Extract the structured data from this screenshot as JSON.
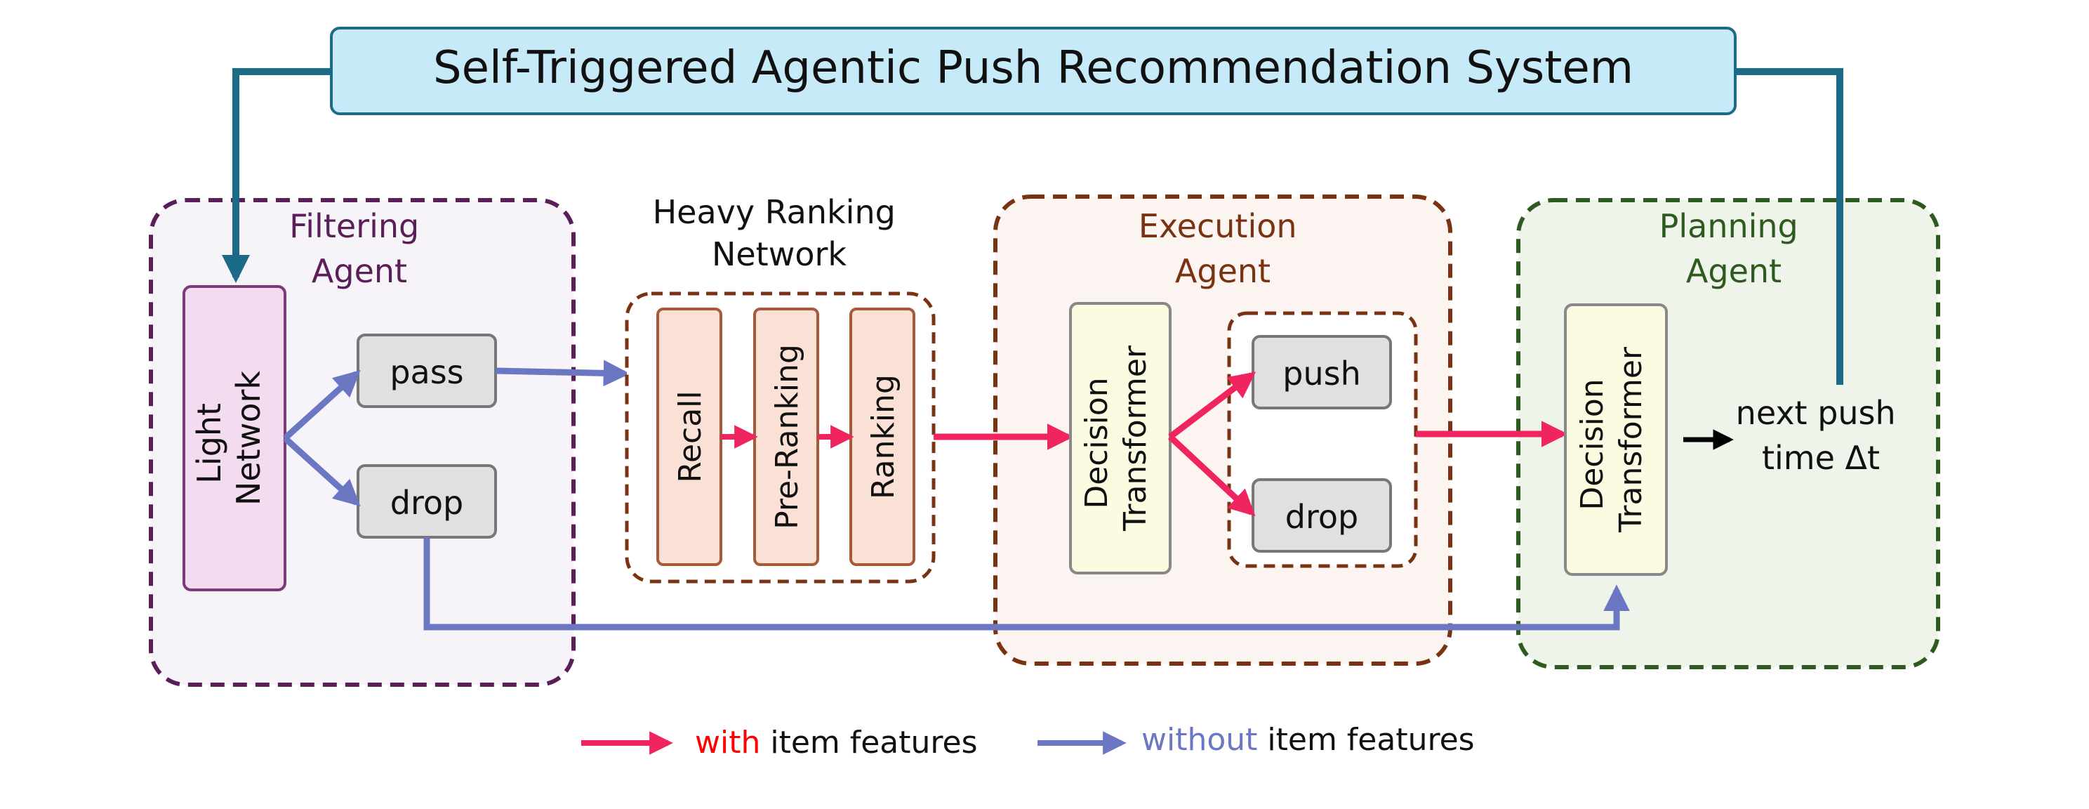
{
  "title": "Self-Triggered Agentic Push Recommendation System",
  "filtering": {
    "label_line1": "Filtering",
    "label_line2": "Agent",
    "light_network_line1": "Light",
    "light_network_line2": "Network",
    "pass": "pass",
    "drop": "drop"
  },
  "heavy": {
    "label_line1": "Heavy Ranking",
    "label_line2": "Network",
    "recall": "Recall",
    "pre_ranking": "Pre-Ranking",
    "ranking": "Ranking"
  },
  "execution": {
    "label_line1": "Execution",
    "label_line2": "Agent",
    "dt_line1": "Decision",
    "dt_line2": "Transformer",
    "push": "push",
    "drop": "drop"
  },
  "planning": {
    "label_line1": "Planning",
    "label_line2": "Agent",
    "dt_line1": "Decision",
    "dt_line2": "Transformer",
    "output_line1": "next push",
    "output_line2": "time Δt"
  },
  "legend": {
    "with_word": "with",
    "with_rest": " item features",
    "without_word": "without",
    "without_rest": " item features"
  },
  "colors": {
    "teal": "#1b6a86",
    "pink": "#f0245f",
    "blue": "#6b77c2",
    "filtering": "#5a1f58",
    "execution": "#7a3312",
    "planning": "#2f5a1f",
    "with_text": "#ff0000",
    "without_text": "#6b77c2"
  }
}
